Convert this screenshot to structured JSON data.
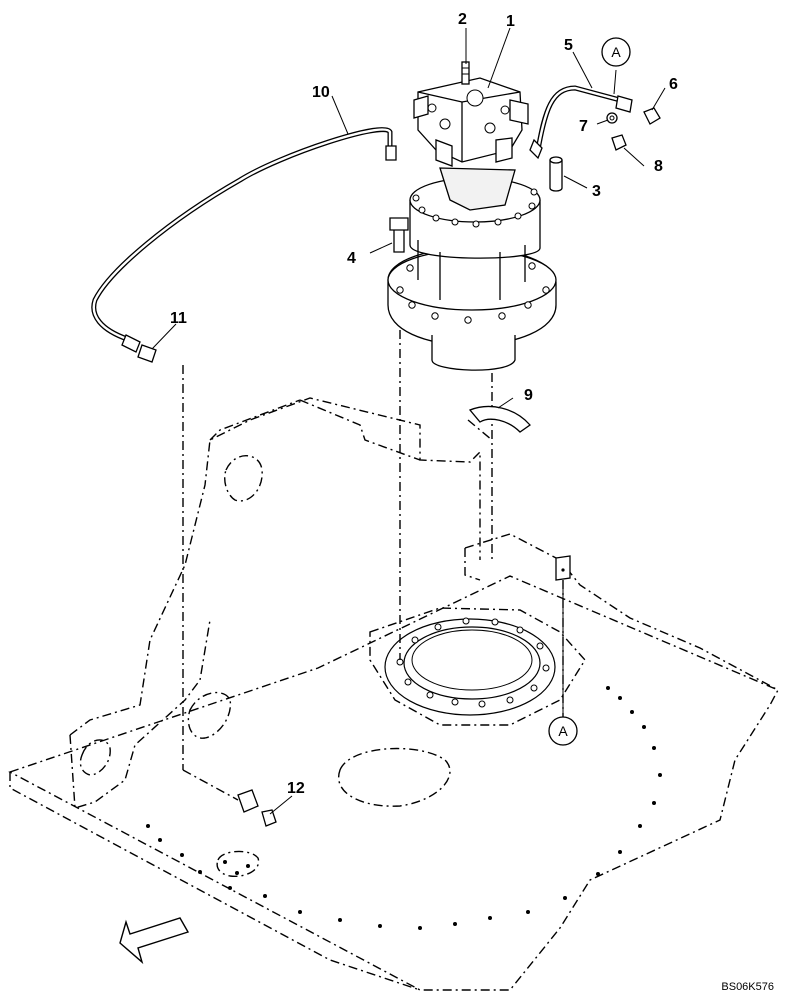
{
  "diagram": {
    "drawing_code": "BS06K576",
    "callouts": [
      "1",
      "2",
      "3",
      "4",
      "5",
      "6",
      "7",
      "8",
      "9",
      "10",
      "11",
      "12"
    ],
    "reference_marker": "A"
  }
}
